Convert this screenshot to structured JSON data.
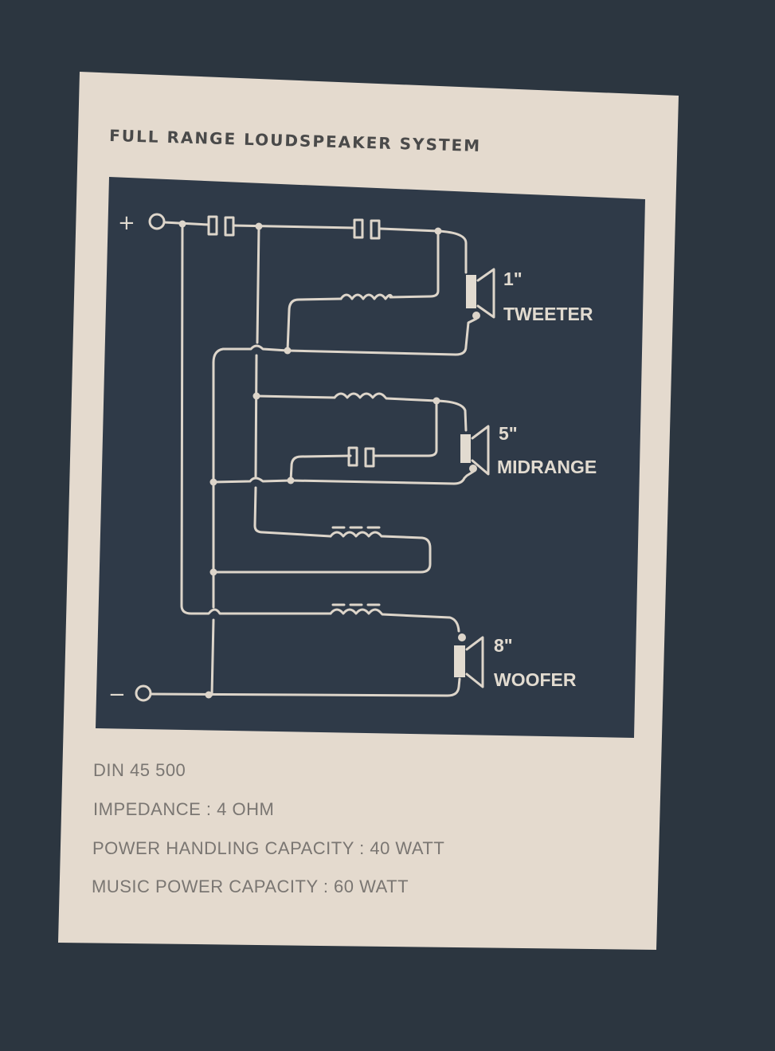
{
  "label": {
    "title": "FULL RANGE  LOUDSPEAKER  SYSTEM",
    "specs": [
      "DIN 45 500",
      "IMPEDANCE : 4 OHM",
      "POWER  HANDLING  CAPACITY : 40 WATT",
      "MUSIC  POWER  CAPACITY : 60 WATT"
    ]
  },
  "diagram": {
    "terminals": {
      "positive": "+",
      "negative": "−"
    },
    "speakers": [
      {
        "size": "1\"",
        "name": "TWEETER"
      },
      {
        "size": "5\"",
        "name": "MIDRANGE"
      },
      {
        "size": "8\"",
        "name": "WOOFER"
      }
    ]
  },
  "colors": {
    "background": "#2c3640",
    "card": "#e4dace",
    "panel": "#2f3a48",
    "lines": "#ddd5ca"
  }
}
